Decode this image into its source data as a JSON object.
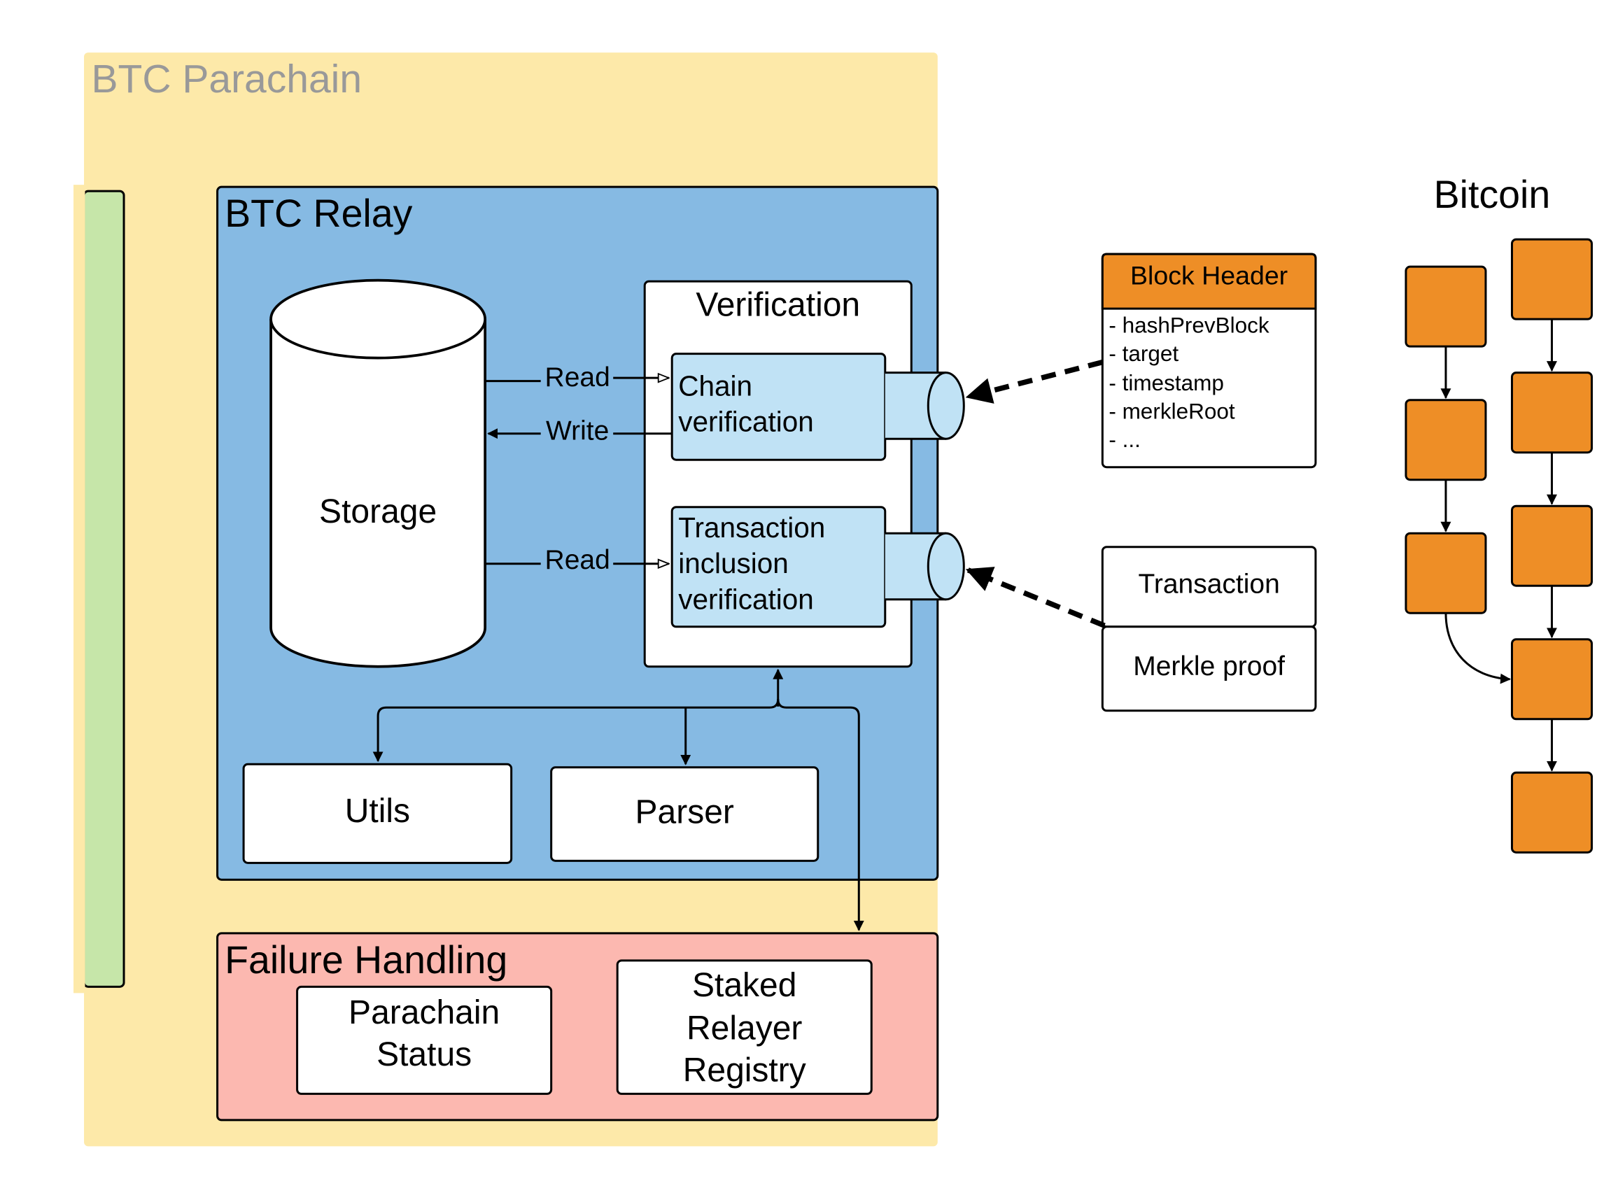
{
  "parachain": {
    "title": "BTC Parachain"
  },
  "relay": {
    "title": "BTC Relay"
  },
  "storage": {
    "label": "Storage"
  },
  "verification": {
    "title": "Verification",
    "chain": [
      "Chain",
      "verification"
    ],
    "tx": [
      "Transaction",
      "inclusion",
      "verification"
    ]
  },
  "edges": {
    "read": "Read",
    "write": "Write"
  },
  "utils": {
    "label": "Utils"
  },
  "parser": {
    "label": "Parser"
  },
  "failure": {
    "title": "Failure Handling",
    "status": [
      "Parachain",
      "Status"
    ],
    "registry": [
      "Staked",
      "Relayer",
      "Registry"
    ]
  },
  "block_header": {
    "title": "Block Header",
    "fields": [
      "- hashPrevBlock",
      "- target",
      "- timestamp",
      "- merkleRoot",
      "- ..."
    ]
  },
  "tx_inputs": {
    "transaction": "Transaction",
    "merkle": "Merkle proof"
  },
  "bitcoin": {
    "title": "Bitcoin"
  },
  "colors": {
    "parachain": "#fde9a9",
    "green": "#c6e6a9",
    "relay": "#86bae3",
    "light_blue": "#c0e2f5",
    "failure": "#fcb8b0",
    "orange": "#ee8e26",
    "stroke": "#000000",
    "faded_text": "#999999"
  }
}
